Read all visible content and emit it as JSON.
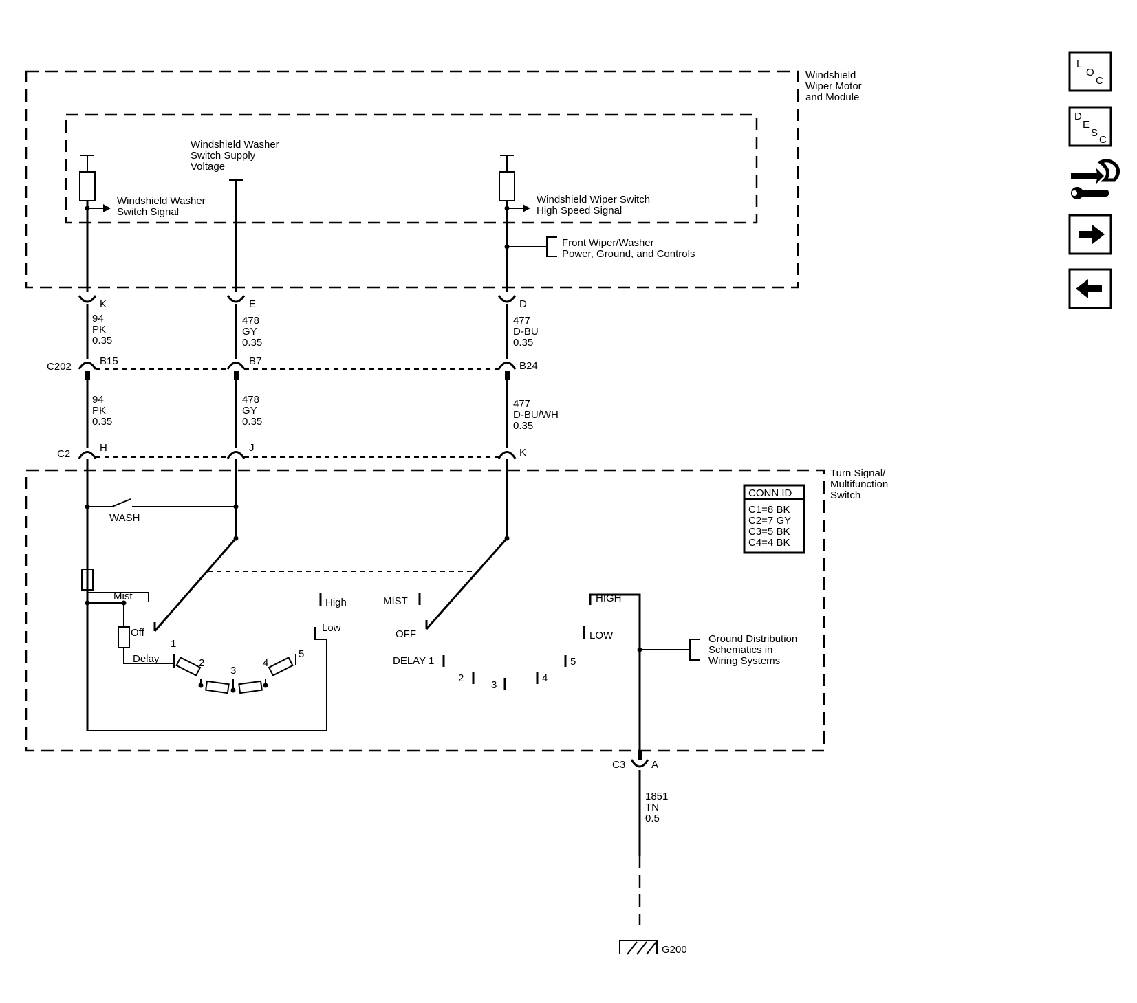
{
  "components": {
    "wiper_module": "Windshield\nWiper Motor\nand Module",
    "mfs": "Turn Signal/\nMultifunction\nSwitch"
  },
  "module_signals": {
    "washer_switch_signal": "Windshield Washer\nSwitch Signal",
    "washer_supply_voltage": "Windshield Washer\nSwitch Supply\nVoltage",
    "high_speed_signal": "Windshield Wiper Switch\nHigh Speed Signal",
    "front_wiper_ref": "Front Wiper/Washer\nPower, Ground, and Controls"
  },
  "wires": {
    "k_top": "94\nPK\n0.35",
    "e_top": "478\nGY\n0.35",
    "d_top": "477\nD-BU\n0.35",
    "h_bot": "94\nPK\n0.35",
    "j_bot": "478\nGY\n0.35",
    "k_bot": "477\nD-BU/WH\n0.35",
    "ground": "1851\nTN\n0.5"
  },
  "connectors": {
    "module_k": "K",
    "module_e": "E",
    "module_d": "D",
    "c202": "C202",
    "c202_b15": "B15",
    "c202_b7": "B7",
    "c202_b24": "B24",
    "c2": "C2",
    "c2_h": "H",
    "c2_j": "J",
    "c2_k": "K",
    "c3": "C3",
    "c3_a": "A"
  },
  "conn_id": {
    "title": "CONN ID",
    "rows": [
      "C1=8 BK",
      "C2=7 GY",
      "C3=5 BK",
      "C4=4 BK"
    ]
  },
  "left_switch": {
    "wash": "WASH",
    "mist": "Mist",
    "off": "Off",
    "delay": "Delay",
    "high": "High",
    "low": "Low",
    "p1": "1",
    "p2": "2",
    "p3": "3",
    "p4": "4",
    "p5": "5"
  },
  "right_switch": {
    "mist": "MIST",
    "off": "OFF",
    "delay1": "DELAY 1",
    "p2": "2",
    "p3": "3",
    "p4": "4",
    "p5": "5",
    "high": "HIGH",
    "low": "LOW"
  },
  "ground_ref": "Ground Distribution\nSchematics in\nWiring Systems",
  "ground_id": "G200",
  "nav": {
    "loc": [
      "L",
      "O",
      "C"
    ],
    "desc": [
      "D",
      "E",
      "S",
      "C"
    ],
    "service_icon": "wrench-hand-icon",
    "next_icon": "arrow-right-icon",
    "prev_icon": "arrow-left-icon"
  }
}
